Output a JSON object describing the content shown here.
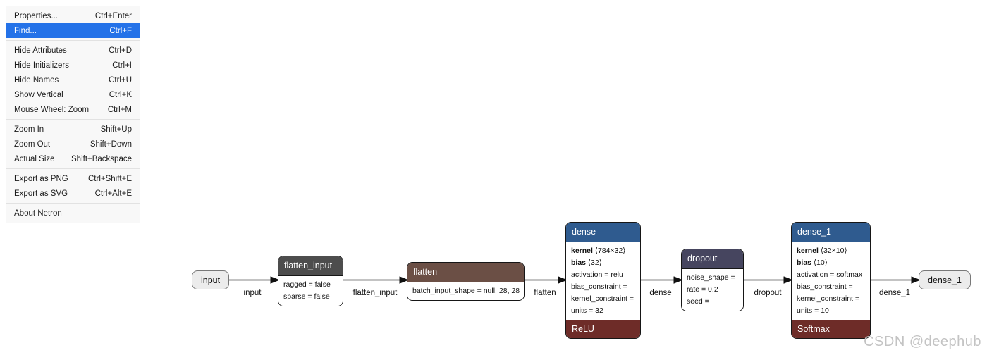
{
  "app": "Netron",
  "menu": {
    "highlighted_item": "Find...",
    "items": [
      {
        "label": "Properties...",
        "shortcut": "Ctrl+Enter"
      },
      {
        "label": "Find...",
        "shortcut": "Ctrl+F"
      },
      {
        "label": "Hide Attributes",
        "shortcut": "Ctrl+D"
      },
      {
        "label": "Hide Initializers",
        "shortcut": "Ctrl+I"
      },
      {
        "label": "Hide Names",
        "shortcut": "Ctrl+U"
      },
      {
        "label": "Show Vertical",
        "shortcut": "Ctrl+K"
      },
      {
        "label": "Mouse Wheel: Zoom",
        "shortcut": "Ctrl+M"
      },
      {
        "label": "Zoom In",
        "shortcut": "Shift+Up"
      },
      {
        "label": "Zoom Out",
        "shortcut": "Shift+Down"
      },
      {
        "label": "Actual Size",
        "shortcut": "Shift+Backspace"
      },
      {
        "label": "Export as PNG",
        "shortcut": "Ctrl+Shift+E"
      },
      {
        "label": "Export as SVG",
        "shortcut": "Ctrl+Alt+E"
      },
      {
        "label": "About Netron",
        "shortcut": ""
      }
    ]
  },
  "graph": {
    "nodes": {
      "input": {
        "label": "input"
      },
      "flatten_input": {
        "title": "flatten_input",
        "attrs": [
          {
            "t": "ragged = false"
          },
          {
            "t": "sparse = false"
          }
        ]
      },
      "flatten": {
        "title": "flatten",
        "attrs": [
          {
            "t": "batch_input_shape = null, 28, 28"
          }
        ]
      },
      "dense": {
        "title": "dense",
        "attrs": [
          {
            "b": "kernel",
            "t": " ⟨784×32⟩"
          },
          {
            "b": "bias",
            "t": " ⟨32⟩"
          },
          {
            "t": "activation = relu"
          },
          {
            "t": "bias_constraint ="
          },
          {
            "t": "kernel_constraint ="
          },
          {
            "t": "units = 32"
          }
        ],
        "footer": "ReLU"
      },
      "dropout": {
        "title": "dropout",
        "attrs": [
          {
            "t": "noise_shape ="
          },
          {
            "t": "rate = 0.2"
          },
          {
            "t": "seed ="
          }
        ]
      },
      "dense_1": {
        "title": "dense_1",
        "attrs": [
          {
            "b": "kernel",
            "t": " ⟨32×10⟩"
          },
          {
            "b": "bias",
            "t": " ⟨10⟩"
          },
          {
            "t": "activation = softmax"
          },
          {
            "t": "bias_constraint ="
          },
          {
            "t": "kernel_constraint ="
          },
          {
            "t": "units = 10"
          }
        ],
        "footer": "Softmax"
      },
      "output": {
        "label": "dense_1"
      }
    },
    "edge_labels": {
      "e1": "input",
      "e2": "flatten_input",
      "e3": "flatten",
      "e4": "dense",
      "e5": "dropout",
      "e6": "dense_1"
    }
  },
  "watermark": "CSDN @deephub",
  "colors": {
    "menu_highlight": "#2472e8",
    "header_gray": "#4d4d4d",
    "header_brown": "#6b4f45",
    "header_blue": "#2f5b8f",
    "header_slate": "#46455f",
    "footer_maroon": "#6e2c28",
    "watermark_gray": "#c3c3c3"
  }
}
